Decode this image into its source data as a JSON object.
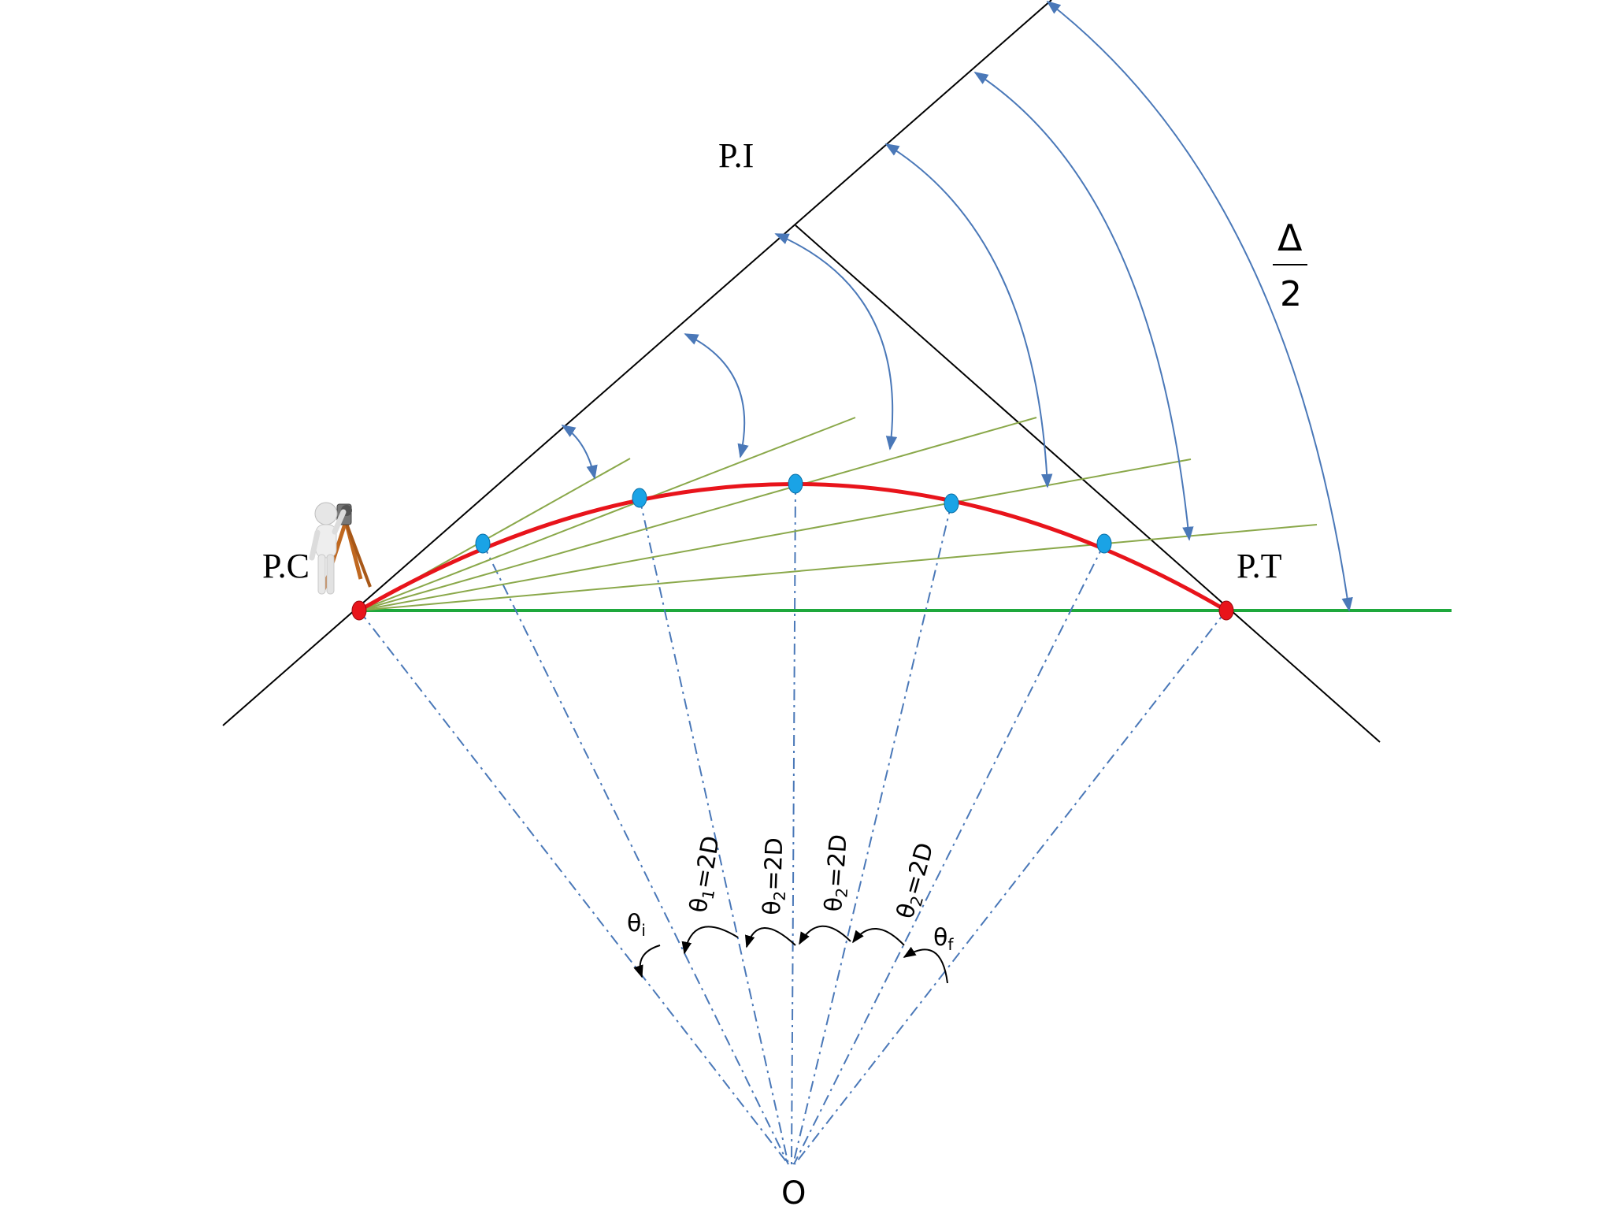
{
  "labels": {
    "pi": "P.I",
    "pc": "P.C",
    "pt": "P.T",
    "center": "O",
    "delta_num": "Δ",
    "delta_den": "2",
    "theta_i": "θ",
    "theta_i_sub": "i",
    "theta_f": "θ",
    "theta_f_sub": "f"
  },
  "central_angle_labels": [
    {
      "sym": "θ",
      "sub": "1",
      "rest": "=2D"
    },
    {
      "sym": "θ",
      "sub": "2",
      "rest": "=2D"
    },
    {
      "sym": "θ",
      "sub": "2",
      "rest": "=2D"
    },
    {
      "sym": "θ",
      "sub": "2",
      "rest": "=2D"
    }
  ],
  "colors": {
    "tangent": "#000000",
    "curve": "#e8141b",
    "chord": "#1ea83c",
    "sight_lines": "#8aa84a",
    "radial": "#4a78b8",
    "arcs": "#4a78b8",
    "station_point": "#1aa3e6",
    "end_point": "#e8141b",
    "surveyor_tripod": "#c06820"
  },
  "icons": {
    "surveyor": "surveyor-with-theodolite-icon"
  }
}
